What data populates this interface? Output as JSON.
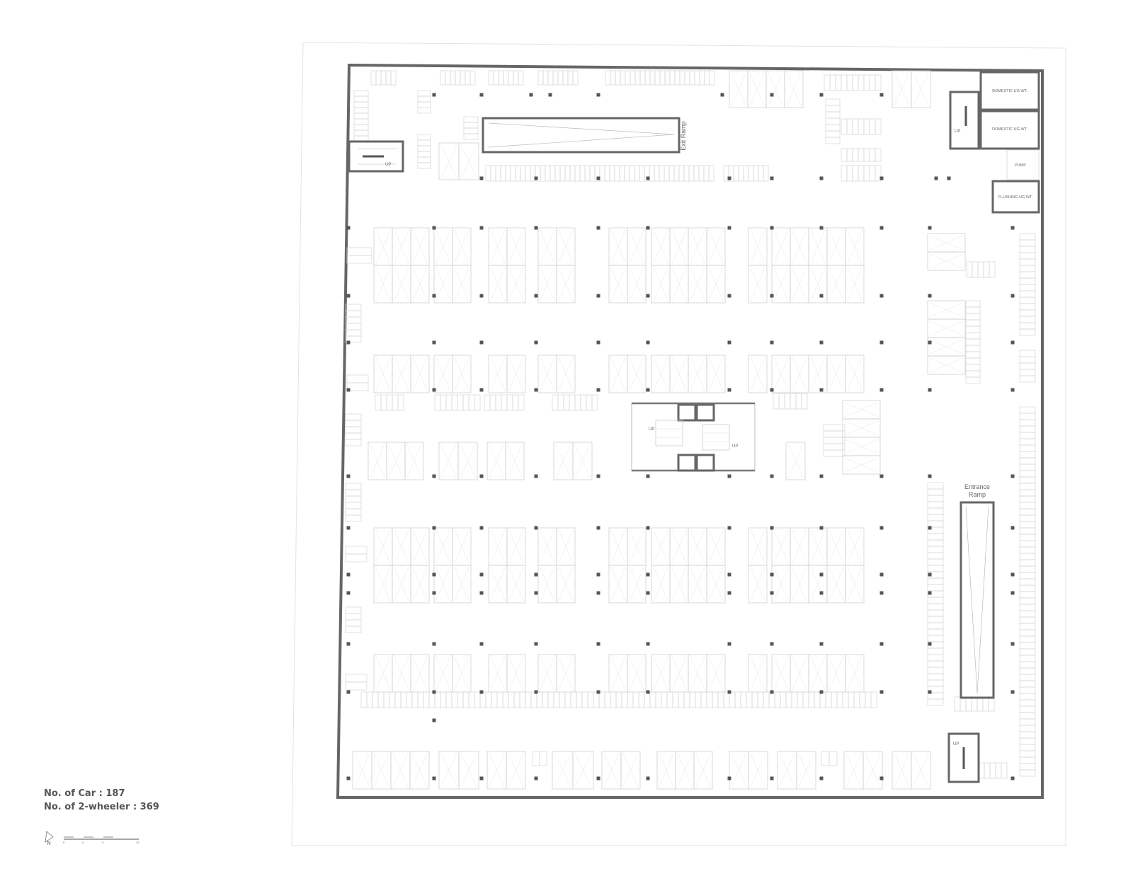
{
  "rooms": {
    "domestic_1": "DOMESTIC UG.WT.",
    "domestic_2": "DOMESTIC UG.WT.",
    "pump": "PUMP",
    "flushing": "FLUSHING UG.WT."
  },
  "ramps": {
    "exit": "Exit Ramp",
    "entrance_line1": "Entrance",
    "entrance_line2": "Ramp"
  },
  "stairs": {
    "up_nw": "UP",
    "up_ne": "UP",
    "up_core_left": "UP",
    "up_core_right": "UP",
    "up_se": "UP"
  },
  "stats": {
    "cars": "No. of Car : 187",
    "two_wheelers": "No. of 2-wheeler : 369"
  },
  "scale": {
    "north": "N",
    "ticks": [
      "0",
      "2",
      "4",
      "10"
    ]
  },
  "colors": {
    "wall": "#666666",
    "column": "#555555",
    "bay": "#cfcfcf",
    "background": "#ffffff"
  }
}
